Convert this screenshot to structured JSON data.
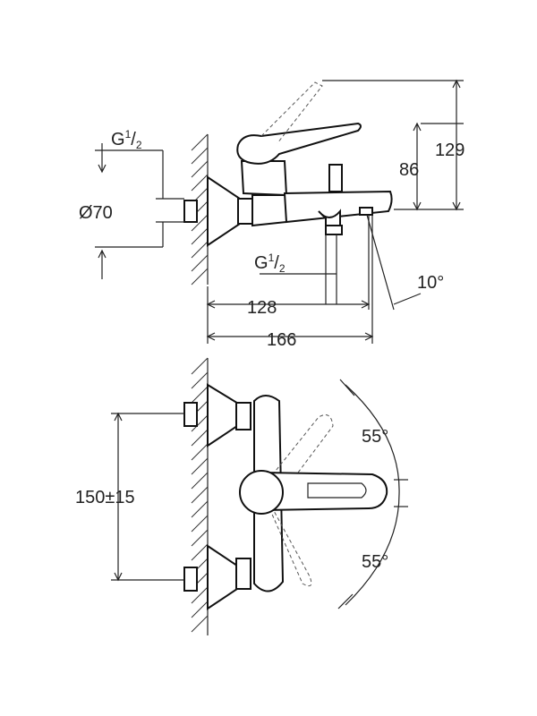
{
  "side_view": {
    "thread_top": {
      "main": "G",
      "sup": "1",
      "sub": "2"
    },
    "diameter": "Ø70",
    "thread_bottom": {
      "main": "G",
      "sup": "1",
      "sub": "2"
    },
    "height_total": "129",
    "height_spout": "86",
    "depth_spout": "128",
    "depth_total": "166",
    "spout_angle": "10°"
  },
  "front_view": {
    "centers": "150±15",
    "angle_up": "55°",
    "angle_down": "55°"
  }
}
